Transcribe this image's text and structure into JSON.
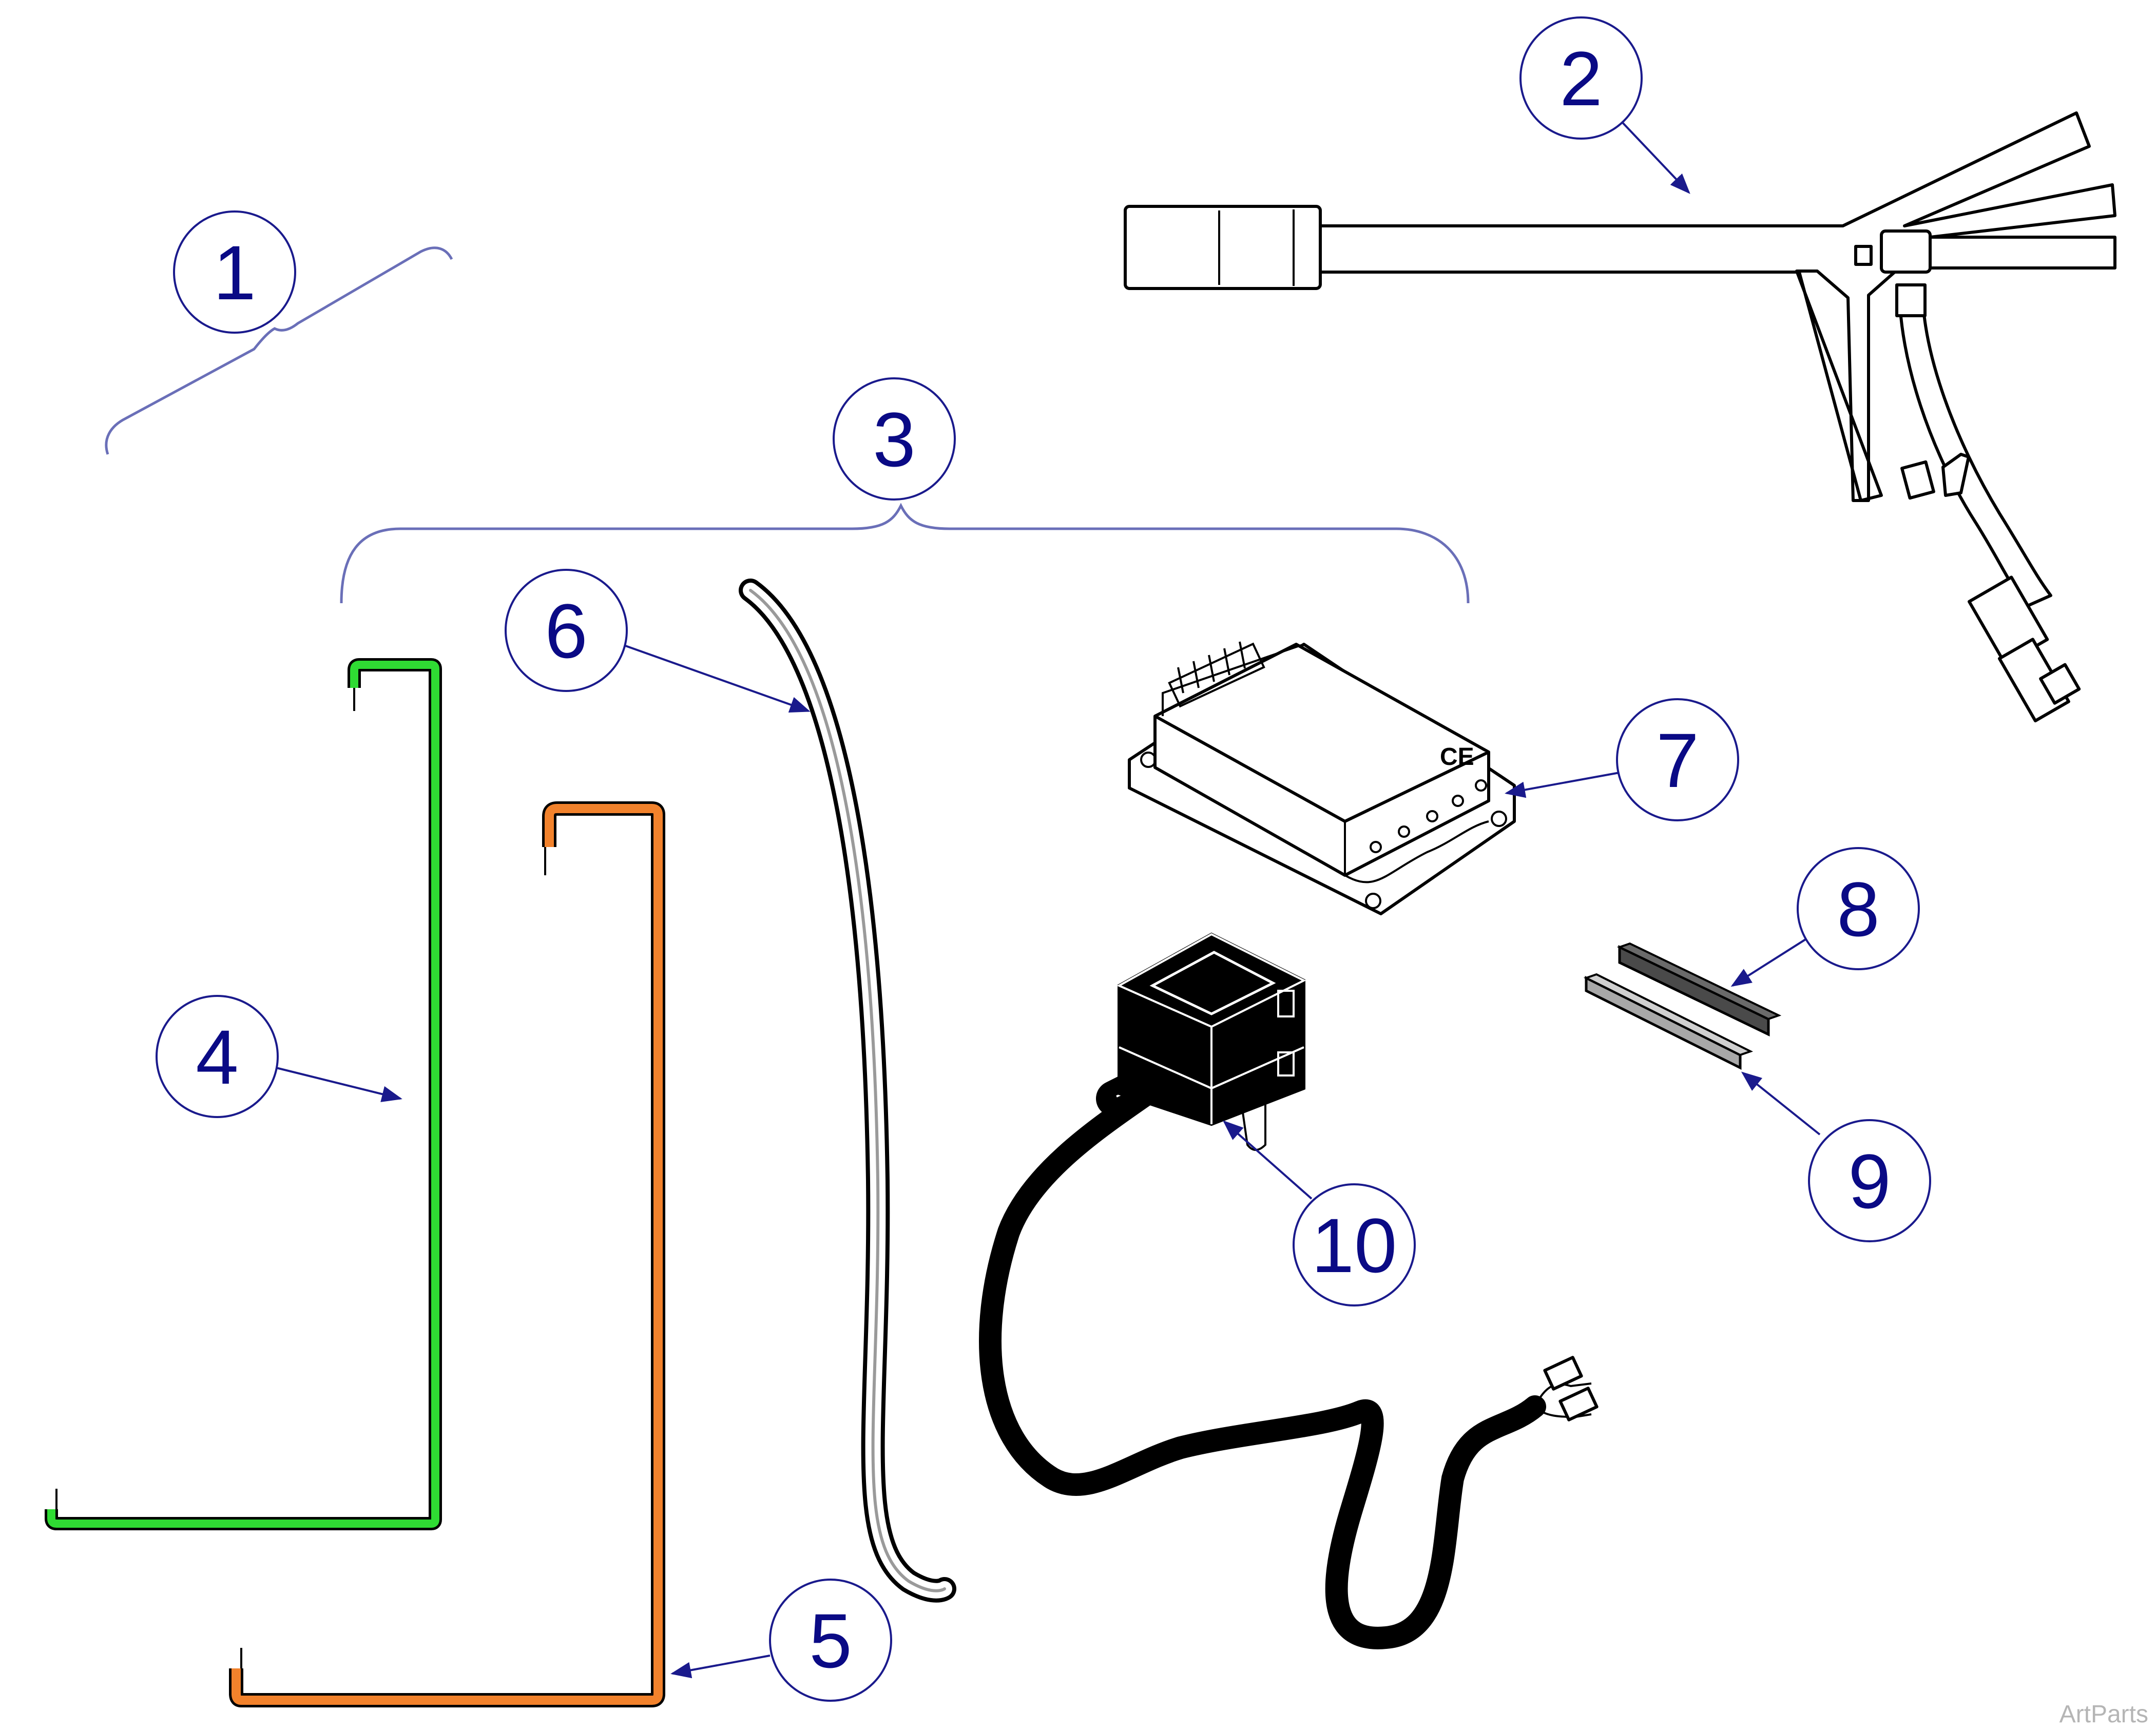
{
  "callouts": {
    "c1": "1",
    "c2": "2",
    "c3": "3",
    "c4": "4",
    "c5": "5",
    "c6": "6",
    "c7": "7",
    "c8": "8",
    "c9": "9",
    "c10": "10"
  },
  "parts": {
    "wire_4_color": "#2fdb33",
    "wire_5_color": "#f2822c",
    "strip_8_color": "#4a4a4a",
    "strip_9_color": "#a8a8a8",
    "module_mark": "CE"
  },
  "colors": {
    "callout_blue": "#0a0a85",
    "leader_blue": "#1a1a8c",
    "bracket_blue": "#6a6fb8"
  },
  "watermark": "ArtParts"
}
